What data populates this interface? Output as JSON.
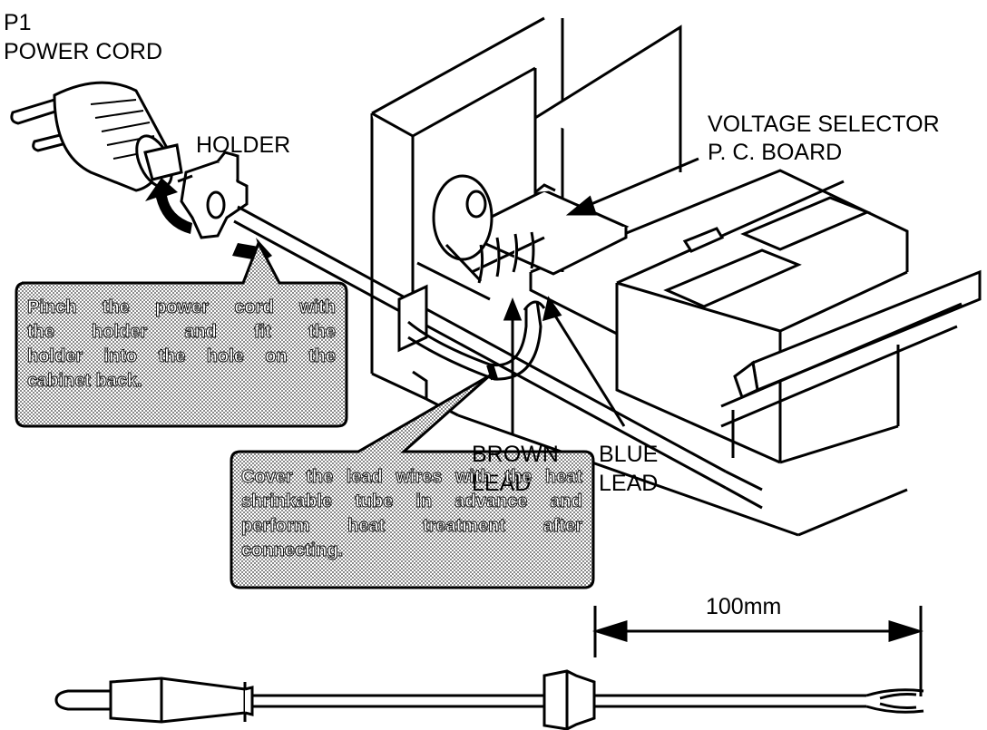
{
  "labels": {
    "part_no": "P1",
    "power_cord": "POWER CORD",
    "holder": "HOLDER",
    "voltage_selector_1": "VOLTAGE SELECTOR",
    "voltage_selector_2": "P. C. BOARD",
    "brown_lead_1": "BROWN",
    "brown_lead_2": "LEAD",
    "blue_lead_1": "BLUE",
    "blue_lead_2": "LEAD",
    "dimension": "100mm"
  },
  "callouts": {
    "holder_note": [
      "Pinch the power cord with",
      "the holder and fit the",
      "holder into the hole on the",
      "cabinet back."
    ],
    "tube_note": [
      "Cover the lead wires with the heat",
      "shrinkable tube in advance and",
      "perform heat treatment after",
      "connecting."
    ]
  },
  "colors": {
    "ink": "#000000",
    "screen": "#9a9a9a",
    "paper": "#ffffff"
  }
}
